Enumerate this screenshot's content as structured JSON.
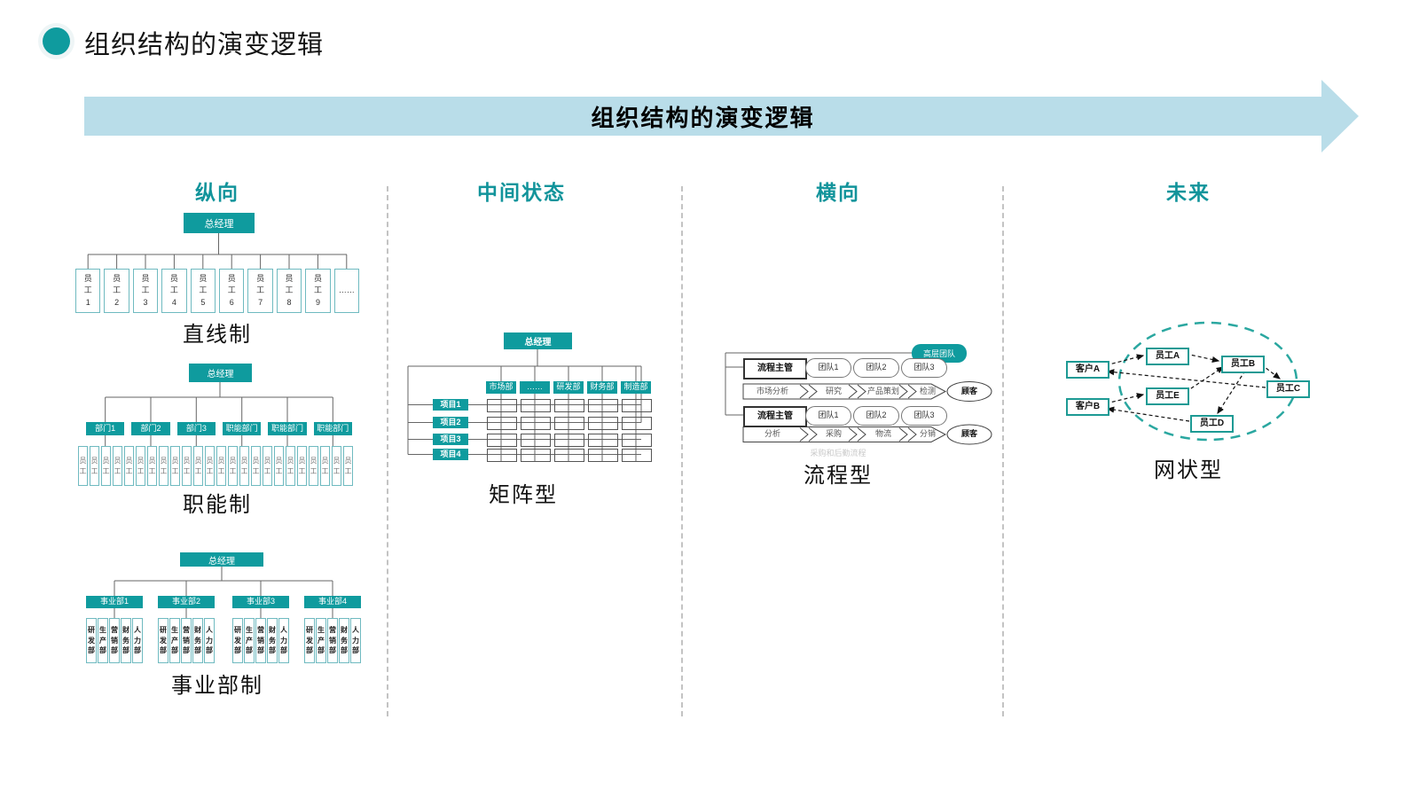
{
  "header": {
    "title": "组织结构的演变逻辑"
  },
  "banner": {
    "title": "组织结构的演变逻辑"
  },
  "columns": [
    {
      "header": "纵向"
    },
    {
      "header": "中间状态"
    },
    {
      "header": "横向"
    },
    {
      "header": "未来"
    }
  ],
  "line_system": {
    "root": "总经理",
    "employees": [
      "员工1",
      "员工2",
      "员工3",
      "员工4",
      "员工5",
      "员工6",
      "员工7",
      "员工8",
      "员工9",
      "……"
    ],
    "label": "直线制"
  },
  "functional_system": {
    "root": "总经理",
    "departments": [
      "部门1",
      "部门2",
      "部门3",
      "职能部门",
      "职能部门",
      "职能部门"
    ],
    "employee_label": "员工",
    "employee_count": 24,
    "label": "职能制"
  },
  "divisional_system": {
    "root": "总经理",
    "divisions": [
      "事业部1",
      "事业部2",
      "事业部3",
      "事业部4"
    ],
    "sub_departments": [
      "研发部",
      "生产部",
      "营销部",
      "财务部",
      "人力部"
    ],
    "label": "事业部制"
  },
  "matrix": {
    "root": "总经理",
    "departments": [
      "市场部",
      "……",
      "研发部",
      "财务部",
      "制造部"
    ],
    "projects": [
      "项目1",
      "项目2",
      "项目3",
      "项目4"
    ],
    "label": "矩阵型"
  },
  "process": {
    "top_team": "高层团队",
    "rows": [
      {
        "manager": "流程主管",
        "teams": [
          "团队1",
          "团队2",
          "团队3"
        ],
        "steps": [
          "市场分析",
          "研究",
          "产品策划",
          "检测"
        ],
        "customer": "顾客"
      },
      {
        "manager": "流程主管",
        "teams": [
          "团队1",
          "团队2",
          "团队3"
        ],
        "steps": [
          "分析",
          "采购",
          "物流",
          "分销"
        ],
        "customer": "顾客"
      }
    ],
    "footnote": "采购和后勤流程",
    "label": "流程型"
  },
  "network": {
    "customers": [
      "客户A",
      "客户B"
    ],
    "employees": [
      "员工A",
      "员工B",
      "员工C",
      "员工D",
      "员工E"
    ],
    "label": "网状型"
  },
  "colors": {
    "teal": "#0f9b9e",
    "teal_text": "#12949b",
    "banner_blue": "#b9dde9",
    "light_border": "#6fbac0",
    "network_teal": "#1d9a94",
    "line_gray": "#666666"
  }
}
